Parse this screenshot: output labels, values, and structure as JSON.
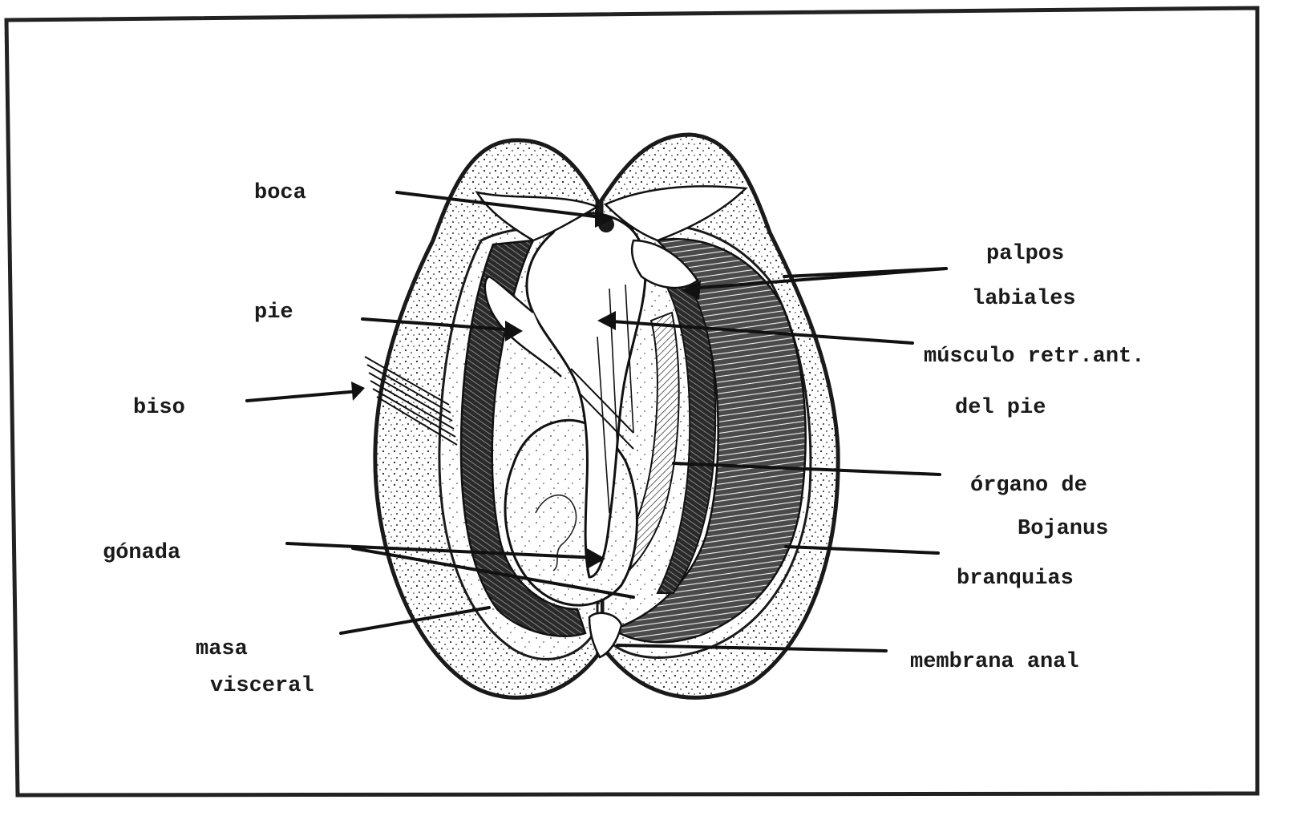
{
  "labels": {
    "boca": "boca",
    "pie": "pie",
    "biso": "biso",
    "gonada": "gónada",
    "masa_line1": "masa",
    "masa_line2": "visceral",
    "palpos_line1": "palpos",
    "palpos_line2": "labiales",
    "musculo_line1": "músculo retr.ant.",
    "musculo_line2": "del pie",
    "organo_line1": "órgano de",
    "organo_line2": "Bojanus",
    "branquias": "branquias",
    "membrana": "membrana anal"
  },
  "colors": {
    "ink": "#1a1a1a",
    "paper": "#ffffff",
    "shade": "#3a3a3a"
  }
}
